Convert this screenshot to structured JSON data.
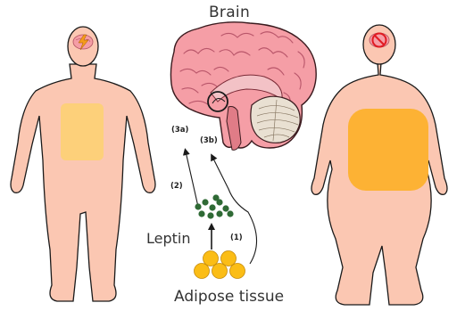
{
  "labels": {
    "brain": "Brain",
    "leptin": "Leptin",
    "adipose_tissue": "Adipose tissue",
    "step_1": "(1)",
    "step_2": "(2)",
    "step_3a": "(3a)",
    "step_3b": "(3b)"
  },
  "colors": {
    "skin": "#fbc7b2",
    "outline": "#1a1a1a",
    "lean_fat": "#fdd07a",
    "obese_fat": "#fdb234",
    "adipocyte": "#fbbd16",
    "leptin_dot": "#2f6a35",
    "brain_pink": "#f59ea6",
    "brain_dark": "#e07c87",
    "cerebellum": "#e9e0d2",
    "stop_red": "#e11b22",
    "signal_orange": "#f59b1c"
  },
  "icons": {
    "lean_brain_signal": "lightning-icon",
    "obese_brain_signal": "prohibited-icon"
  }
}
